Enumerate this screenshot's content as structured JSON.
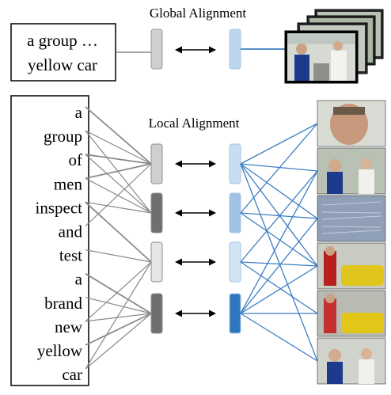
{
  "global": {
    "title": "Global Alignment",
    "caption": [
      "a group …",
      "yellow car"
    ],
    "text_feature_color": "#cfcfcf",
    "video_feature_color": "#bcd6ee"
  },
  "local": {
    "title": "Local Alignment",
    "words": [
      "a",
      "group",
      "of",
      "men",
      "inspect",
      "and",
      "test",
      "a",
      "brand",
      "new",
      "yellow",
      "car"
    ],
    "text_feature_colors": [
      "#cfcfcf",
      "#6f6f6f",
      "#e6e6e6",
      "#6f6f6f"
    ],
    "video_feature_colors": [
      "#c7ddf2",
      "#9fc3e6",
      "#d2e4f4",
      "#2f76c0"
    ],
    "frame_count": 6
  },
  "colors": {
    "text_edge": "#8a8a8a",
    "video_edge": "#3b7fc3",
    "arrow": "#000000"
  }
}
